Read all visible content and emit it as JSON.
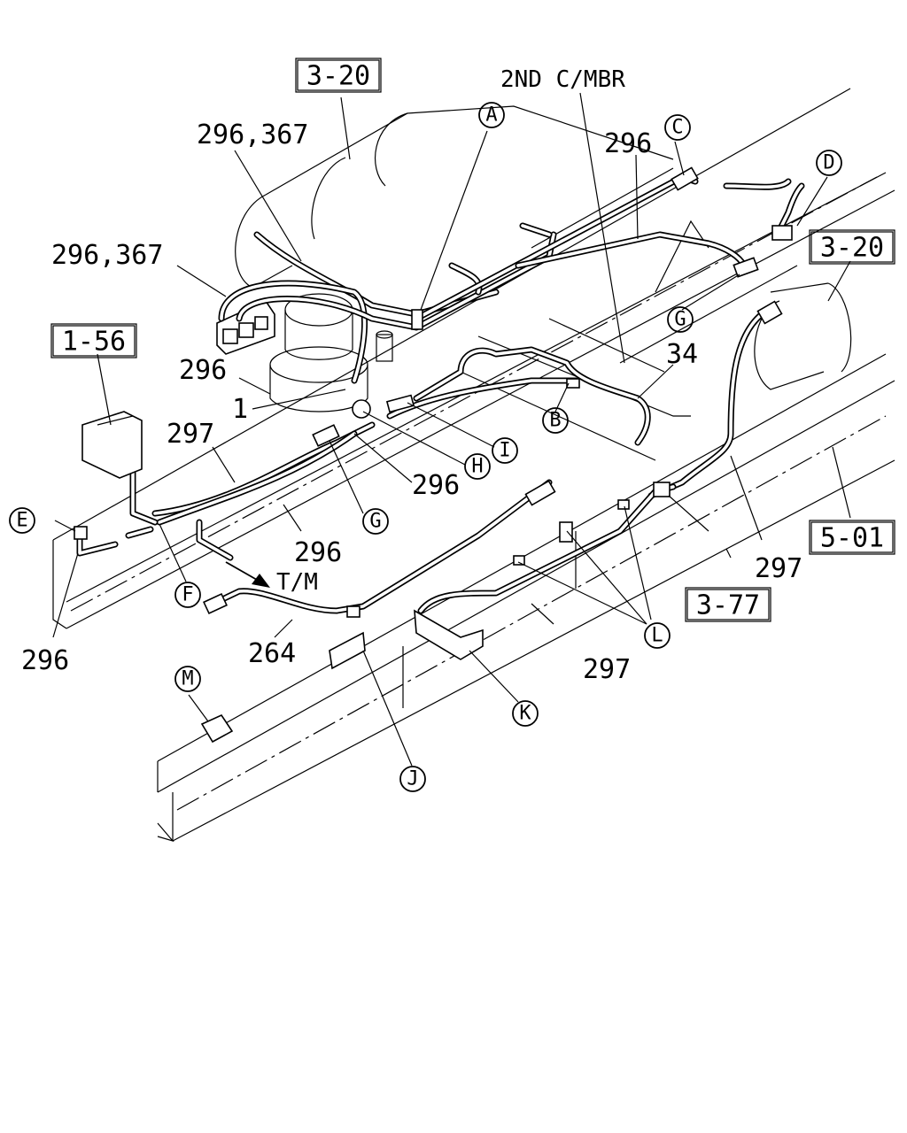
{
  "labels": {
    "ref_3_20_top": "3-20",
    "ref_3_20_right": "3-20",
    "ref_1_56": "1-56",
    "ref_5_01": "5-01",
    "ref_3_77": "3-77",
    "second_cross_member": "2ND C/MBR",
    "tm": "T/M",
    "part_296_367_top": "296,367",
    "part_296_367_left": "296,367",
    "part_296_top_right": "296",
    "part_296_mid_left": "296",
    "part_296_center": "296",
    "part_296_lower": "296",
    "part_296_bottom_left": "296",
    "part_34": "34",
    "part_1": "1",
    "part_297_left": "297",
    "part_297_right": "297",
    "part_297_bottom": "297",
    "part_264": "264"
  },
  "callouts": {
    "A": "A",
    "B": "B",
    "C": "C",
    "D": "D",
    "E": "E",
    "F": "F",
    "G1": "G",
    "G2": "G",
    "H": "H",
    "I": "I",
    "J": "J",
    "K": "K",
    "L": "L",
    "M": "M"
  }
}
